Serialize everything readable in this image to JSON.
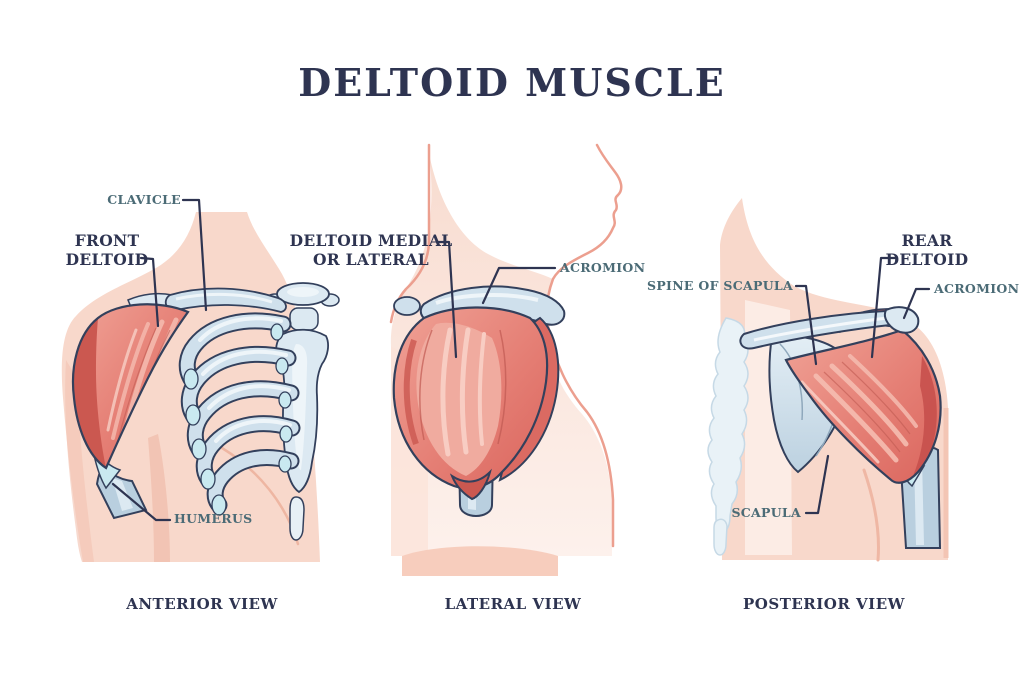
{
  "title": "DELTOID MUSCLE",
  "colors": {
    "background": "#ffffff",
    "heading_navy": "#2e3451",
    "label_teal": "#4b6b76",
    "outline_navy": "#33405c",
    "muscle_red": "#e0746c",
    "muscle_dark_red": "#c6504c",
    "muscle_highlight": "#f5bcb0",
    "bone_blue": "#cfe0ec",
    "bone_shadow": "#b9cfdf",
    "cartilage_cyan": "#c9e9f0",
    "skin_pink": "#f8d8cb",
    "skin_shadow": "#f2bcab",
    "profile_line_pink": "#ec9f8f"
  },
  "panels": {
    "anterior": {
      "caption": "ANTERIOR VIEW",
      "labels": {
        "clavicle": "CLAVICLE",
        "front_deltoid_line1": "FRONT",
        "front_deltoid_line2": "DELTOID",
        "humerus": "HUMERUS"
      }
    },
    "lateral": {
      "caption": "LATERAL VIEW",
      "labels": {
        "deltoid_line1": "DELTOID MEDIAL",
        "deltoid_line2": "OR LATERAL",
        "acromion": "ACROMION"
      }
    },
    "posterior": {
      "caption": "POSTERIOR VIEW",
      "labels": {
        "rear_deltoid_line1": "REAR",
        "rear_deltoid_line2": "DELTOID",
        "spine_of_scapula": "SPINE OF SCAPULA",
        "acromion": "ACROMION",
        "scapula": "SCAPULA"
      }
    }
  }
}
